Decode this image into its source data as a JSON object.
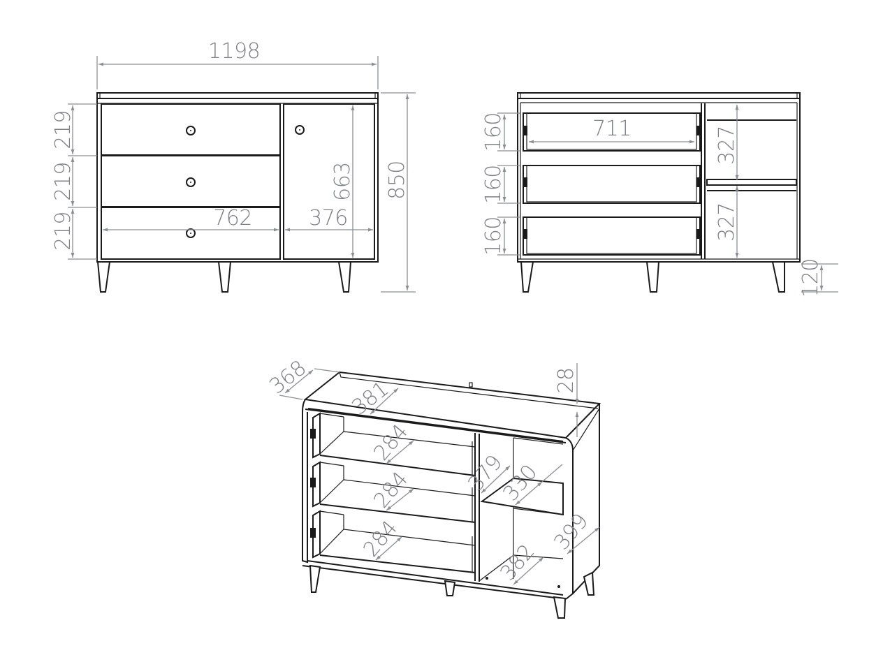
{
  "units": "mm",
  "front_view": {
    "overall_width": "1198",
    "overall_height": "850",
    "drawer_heights": [
      "219",
      "219",
      "219"
    ],
    "drawer_section_width": "762",
    "door_width": "376",
    "door_height": "663"
  },
  "open_front_view": {
    "drawer_box_heights": [
      "160",
      "160",
      "160"
    ],
    "drawer_inner_width": "711",
    "compartment_heights": [
      "327",
      "327"
    ],
    "leg_height": "120"
  },
  "isometric_view": {
    "overall_depth": "368",
    "top_inner_depth": "381",
    "top_rim_height": "28",
    "drawer_depths": [
      "284",
      "284",
      "284"
    ],
    "compartment_depth": "379",
    "shelf_depth": "330",
    "side_depth": "399",
    "bottom_depth": "382"
  },
  "colors": {
    "line": "#1a1a1a",
    "dimension": "#8a8f94",
    "background": "#ffffff"
  }
}
